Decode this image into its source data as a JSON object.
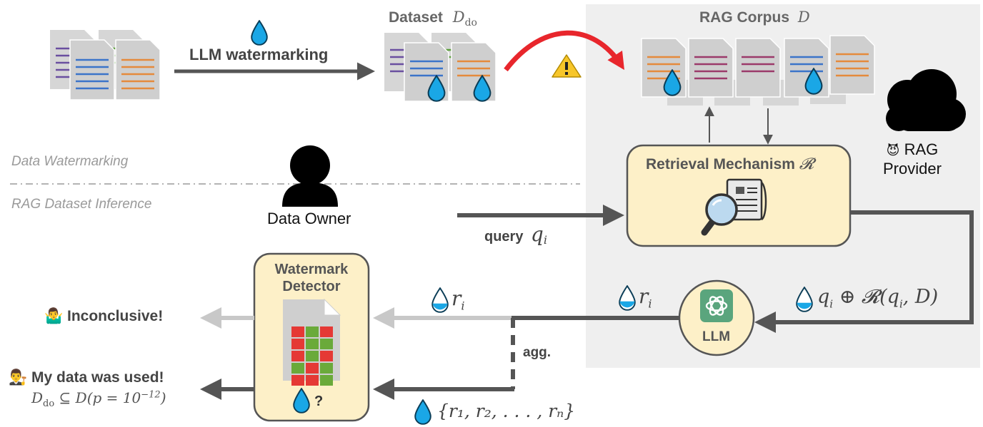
{
  "top": {
    "watermarking_label": "LLM watermarking",
    "dataset_label": "Dataset",
    "dataset_symbol": "D",
    "dataset_subscript": "do",
    "corpus_label": "RAG Corpus",
    "corpus_symbol": "D"
  },
  "sections": {
    "data_watermarking": "Data Watermarking",
    "rag_inference": "RAG Dataset Inference"
  },
  "actors": {
    "data_owner": "Data Owner",
    "provider_emoji": "😈",
    "provider_line1": "RAG",
    "provider_line2": "Provider"
  },
  "retrieval": {
    "label": "Retrieval Mechanism",
    "symbol": "𝓡"
  },
  "query": {
    "label": "query",
    "symbol": "q",
    "subscript": "i"
  },
  "llm": {
    "label": "LLM"
  },
  "context": {
    "text": "q",
    "sub": "i",
    "rest": " ⊕ 𝓡(q",
    "sub2": "i",
    "end": ", D)"
  },
  "response": {
    "symbol": "r",
    "subscript": "i"
  },
  "aggregation": {
    "label": "agg.",
    "set_text": "{r₁, r₂, . . . , rₙ}"
  },
  "detector": {
    "line1": "Watermark",
    "line2": "Detector",
    "question": "?"
  },
  "outcomes": {
    "inconclusive_emoji": "🤷‍♂️",
    "inconclusive": "Inconclusive!",
    "used_emoji": "👨‍⚖️",
    "used": "My data was used!",
    "formula": "D",
    "formula_sub": "do",
    "formula_rest": " ⊆ D(p = 10",
    "formula_exp": "−12",
    "formula_end": ")"
  },
  "colors": {
    "panel": "#efefef",
    "box_fill": "#fdf0c8",
    "box_stroke": "#555555",
    "arrow_dark": "#555555",
    "arrow_light": "#c8c8c8",
    "red_arrow": "#e8262c",
    "drop": "#1aa7e6",
    "doc": "#d6d6d6",
    "line_purple": "#6a4fa0",
    "line_blue": "#3b74c9",
    "line_orange": "#e58a3c",
    "line_green": "#5a9e3a",
    "line_maroon": "#9b3a6a",
    "grid_red": "#e53935",
    "grid_green": "#6aaa3a",
    "llm_green": "#5aa57d"
  }
}
